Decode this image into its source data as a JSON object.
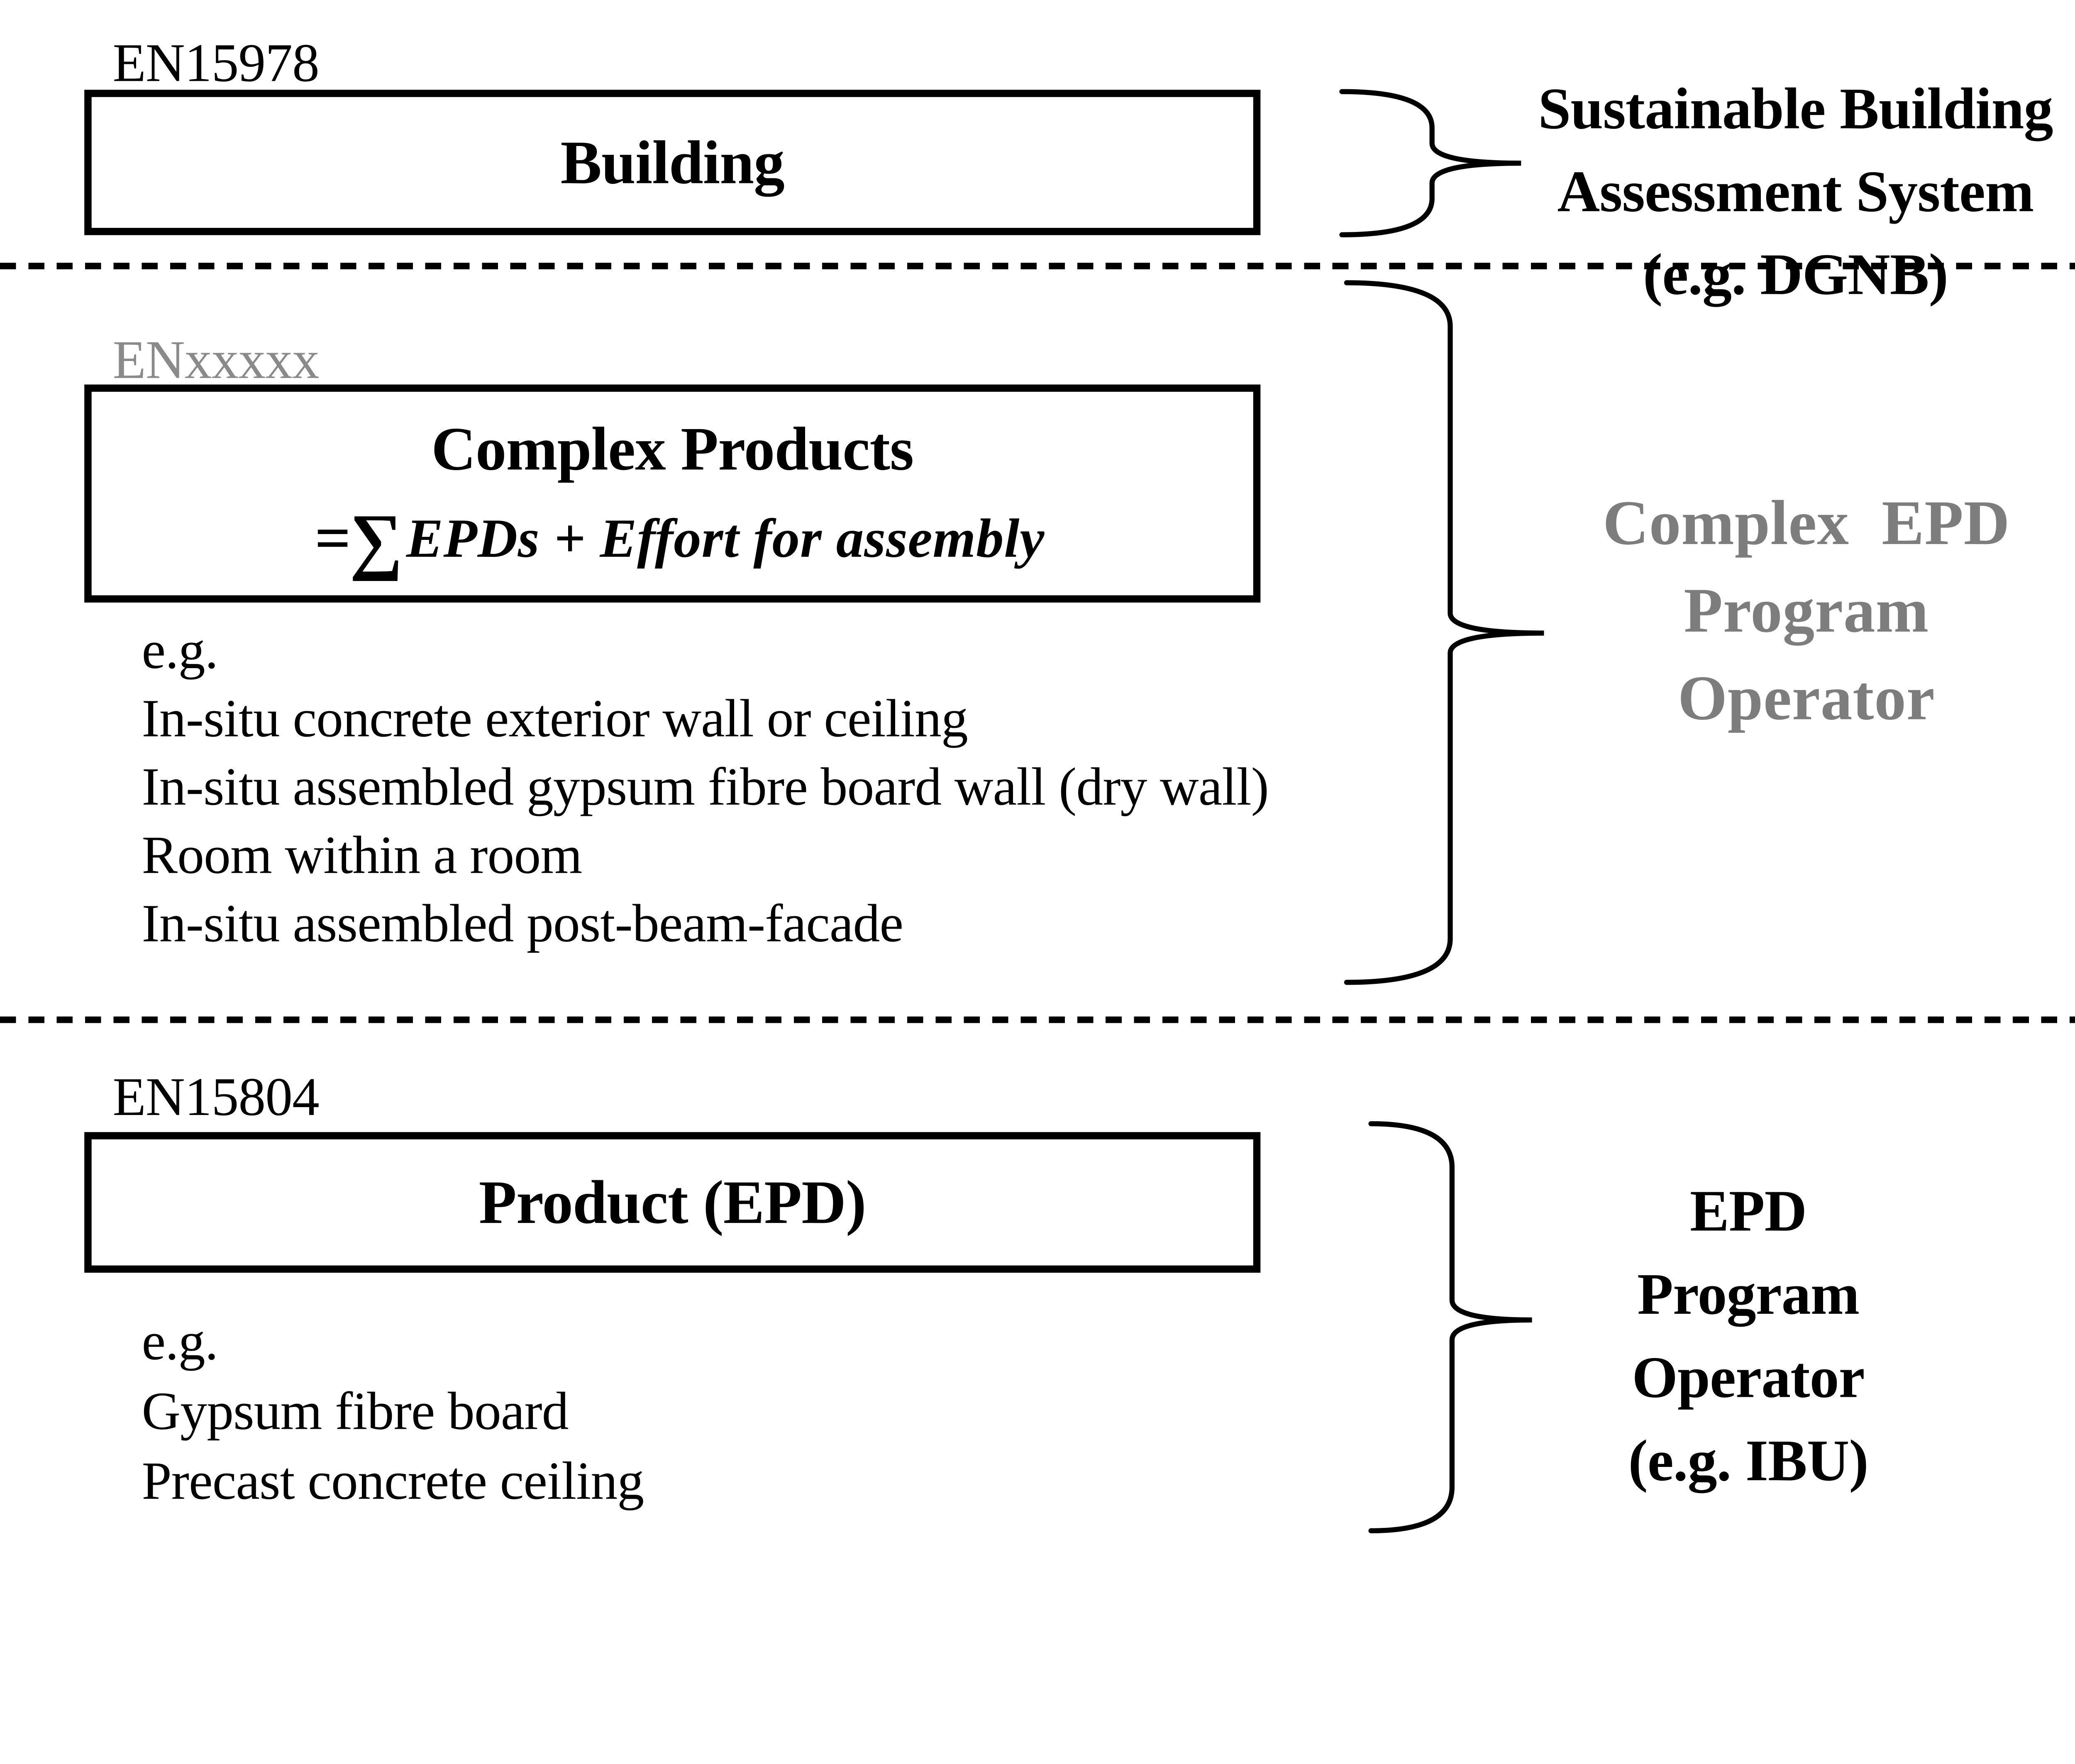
{
  "colors": {
    "ink": "#000000",
    "muted_label": "#8a8a8a",
    "annotation_gray": "#7d7d7d",
    "background": "#ffffff"
  },
  "sections": {
    "building": {
      "standard_label": "EN15978",
      "box_title": "Building",
      "annotation_lines": [
        "Sustainable Building",
        "Assessment System",
        "(e.g. DGNB)"
      ]
    },
    "complex_products": {
      "standard_label": "ENxxxxx",
      "box_title": "Complex Products",
      "formula": {
        "equals": "=",
        "sigma": "∑",
        "expression": "EPDs + Effort for assembly"
      },
      "examples_heading": "e.g.",
      "examples": [
        "In-situ concrete exterior wall or ceiling",
        "In-situ assembled gypsum fibre board wall (dry wall)",
        "Room within a room",
        "In-situ assembled post-beam-facade"
      ],
      "annotation_lines": [
        "Complex  EPD",
        "Program",
        "Operator"
      ]
    },
    "product": {
      "standard_label": "EN15804",
      "box_title": "Product (EPD)",
      "examples_heading": "e.g.",
      "examples": [
        "Gypsum fibre board",
        "Precast concrete ceiling"
      ],
      "annotation_lines": [
        "EPD",
        "Program",
        "Operator",
        "(e.g. IBU)"
      ]
    }
  }
}
